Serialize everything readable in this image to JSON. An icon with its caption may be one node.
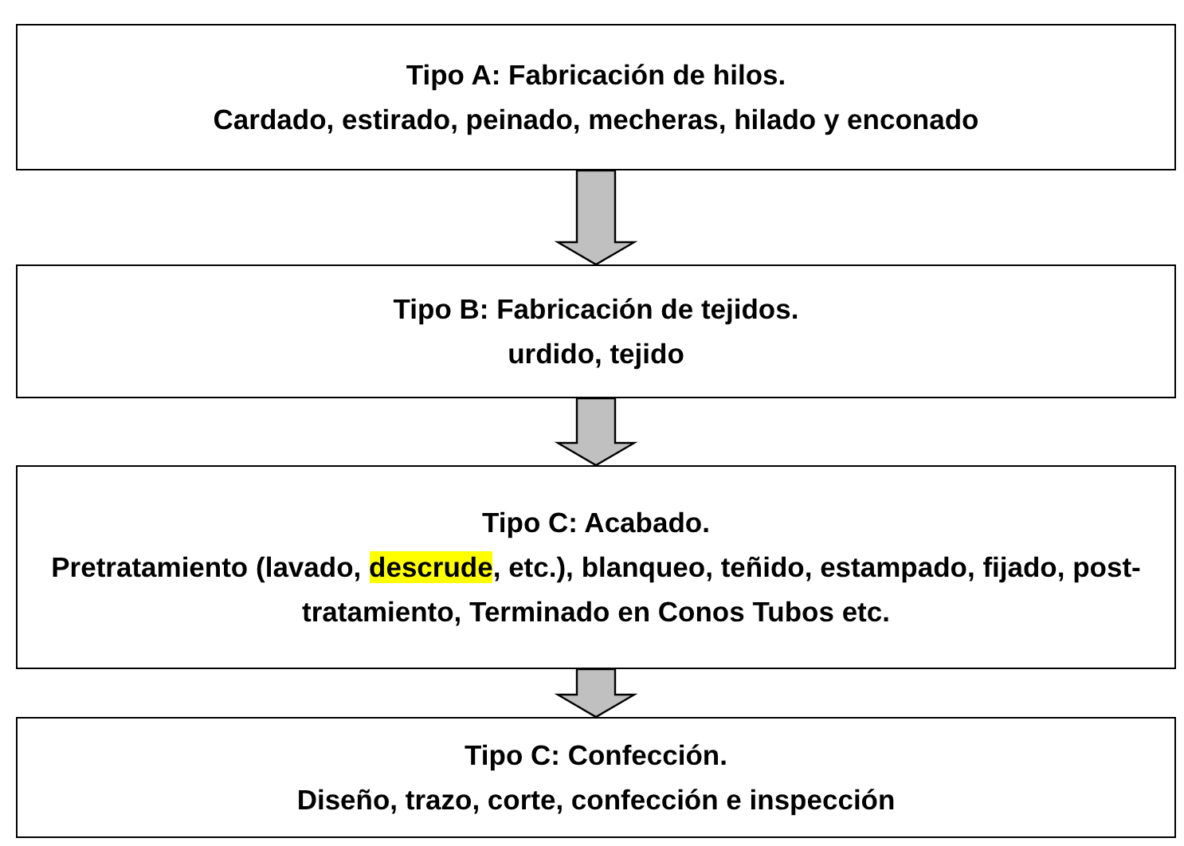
{
  "diagram": {
    "nodes": [
      {
        "text": [
          "Tipo A: Fabricación de hilos.",
          "Cardado, estirado, peinado, mecheras, hilado y enconado"
        ]
      },
      {
        "text": [
          "Tipo B: Fabricación de tejidos.",
          "urdido, tejido"
        ]
      },
      {
        "text": [
          "Tipo C: Acabado.",
          "Pretratamiento (lavado, descrude, etc.), blanqueo, teñido, estampado, fijado, post-tratamiento, Terminado en Conos Tubos etc."
        ]
      },
      {
        "text": [
          "Tipo C: Confección.",
          "Diseño, trazo, corte, confección e inspección"
        ]
      }
    ],
    "edges": [
      {
        "from": 0,
        "to": 1,
        "arrow": "to"
      },
      {
        "from": 1,
        "to": 2,
        "arrow": "to"
      },
      {
        "from": 2,
        "to": 3,
        "arrow": "to"
      }
    ]
  }
}
